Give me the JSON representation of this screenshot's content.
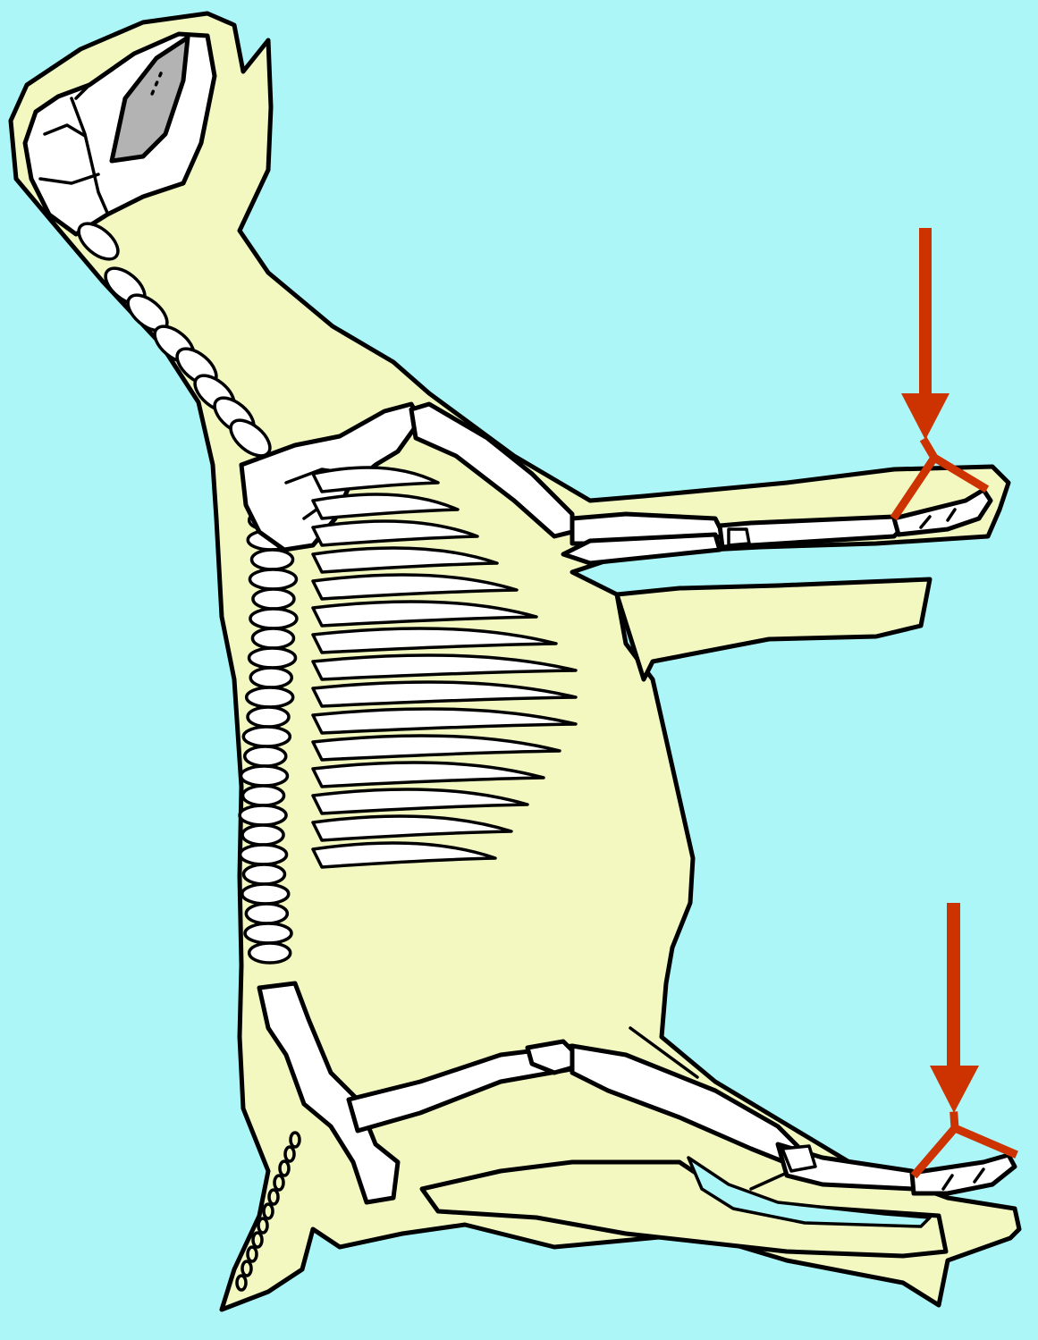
{
  "colors": {
    "background": "#adf6f8",
    "body_fill": "#f3f8c1",
    "bone_fill": "#ffffff",
    "outline": "#000000",
    "eye_fill": "#b3b3b3",
    "marker": "#cc3300"
  },
  "markers": [
    {
      "id": "front-limb",
      "shape": "downward-arrow-with-y-branch"
    },
    {
      "id": "hind-limb",
      "shape": "downward-arrow-with-y-branch"
    }
  ],
  "texts": []
}
